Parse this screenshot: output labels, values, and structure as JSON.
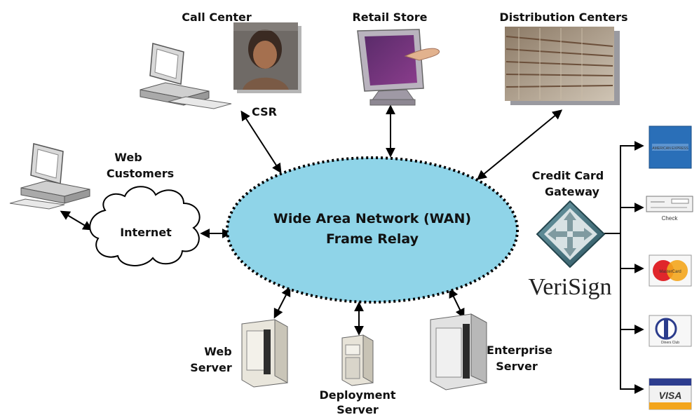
{
  "labels": {
    "call_center": "Call Center",
    "csr": "CSR",
    "retail_store": "Retail Store",
    "distribution_centers": "Distribution Centers",
    "web_customers_line1": "Web",
    "web_customers_line2": "Customers",
    "internet": "Internet",
    "wan_line1": "Wide Area Network (WAN)",
    "wan_line2": "Frame Relay",
    "credit_card_gateway_line1": "Credit Card",
    "credit_card_gateway_line2": "Gateway",
    "verisign": "VeriSign",
    "web_server_line1": "Web",
    "web_server_line2": "Server",
    "deployment_server_line1": "Deployment",
    "deployment_server_line2": "Server",
    "enterprise_server_line1": "Enterprise",
    "enterprise_server_line2": "Server"
  },
  "payment_methods": {
    "amex": "AMERICAN EXPRESS",
    "check": "Check",
    "mastercard": "MasterCard",
    "diners": "Diners Club",
    "visa": "VISA"
  },
  "colors": {
    "wan_fill": "#8fd4e8",
    "arrow": "#000000",
    "amex_blue": "#2a6fb8",
    "visa_blue": "#2d3d8f",
    "mastercard_red": "#e0262b",
    "mastercard_yellow": "#f3a51c",
    "gateway_teal": "#3e6f7a"
  }
}
